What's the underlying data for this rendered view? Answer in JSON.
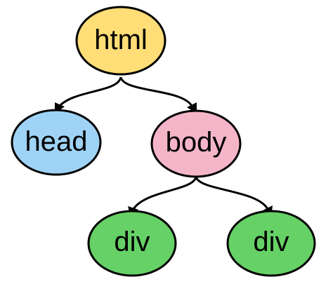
{
  "diagram": {
    "nodes": {
      "html": {
        "label": "html",
        "color": "#FFDD77"
      },
      "head": {
        "label": "head",
        "color": "#9FD3F5"
      },
      "body": {
        "label": "body",
        "color": "#F5B5C8"
      },
      "div1": {
        "label": "div",
        "color": "#66D166"
      },
      "div2": {
        "label": "div",
        "color": "#66D166"
      }
    },
    "edges": [
      {
        "from": "html",
        "to": "head"
      },
      {
        "from": "html",
        "to": "body"
      },
      {
        "from": "body",
        "to": "div1"
      },
      {
        "from": "body",
        "to": "div2"
      }
    ]
  }
}
